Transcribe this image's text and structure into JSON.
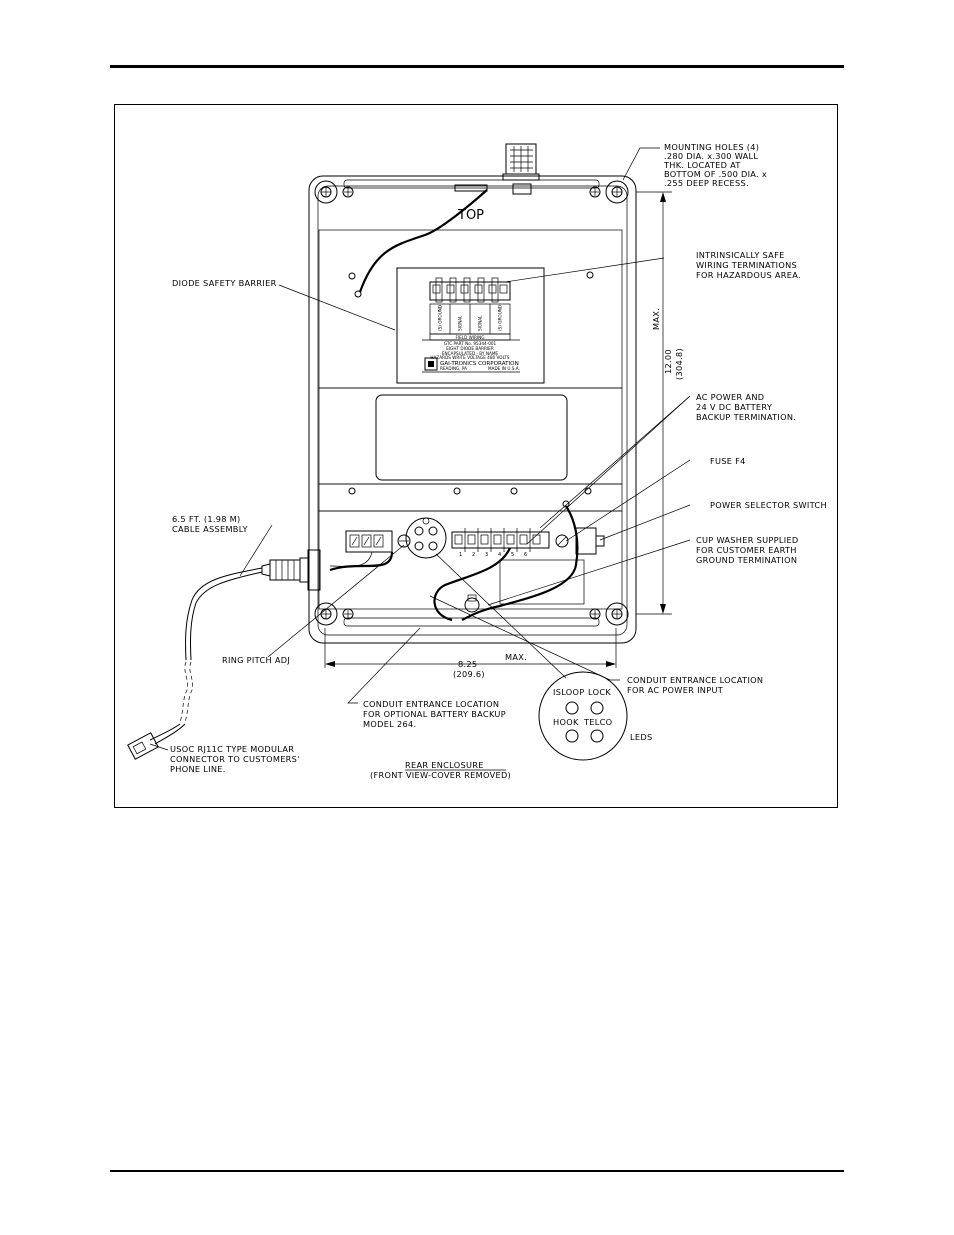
{
  "labels": {
    "mounting_holes": [
      "MOUNTING HOLES (4)",
      ".280 DIA. x.300 WALL",
      "THK. LOCATED AT",
      "BOTTOM OF .500 DIA. x",
      ".255 DEEP RECESS."
    ],
    "top": "TOP",
    "diode_safety_barrier": "DIODE SAFETY BARRIER",
    "intrinsically_safe": [
      "INTRINSICALLY SAFE",
      "WIRING TERMINATIONS",
      "FOR HAZARDOUS AREA."
    ],
    "height_max": "MAX.",
    "height_in": "12.00",
    "height_mm": "(304.8)",
    "ac_power": [
      "AC POWER AND",
      "24 V DC BATTERY",
      "BACKUP TERMINATION."
    ],
    "fuse": "FUSE F4",
    "power_selector": "POWER SELECTOR SWITCH",
    "cup_washer": [
      "CUP WASHER SUPPLIED",
      "FOR CUSTOMER EARTH",
      "GROUND TERMINATION"
    ],
    "cable_assembly": [
      "6.5 FT. (1.98 M)",
      "CABLE ASSEMBLY"
    ],
    "ring_pitch": "RING PITCH ADJ",
    "width_max": "MAX.",
    "width_in": "8.25",
    "width_mm": "(209.6)",
    "conduit_ac": [
      "CONDUIT ENTRANCE LOCATION",
      "FOR AC POWER INPUT"
    ],
    "conduit_battery": [
      "CONDUIT ENTRANCE LOCATION",
      "FOR OPTIONAL BATTERY BACKUP",
      "MODEL 264."
    ],
    "usoc": [
      "USOC RJ11C TYPE MODULAR",
      "CONNECTOR TO CUSTOMERS'",
      "PHONE LINE."
    ],
    "leds": {
      "isloop": "ISLOOP",
      "lock": "LOCK",
      "hook": "HOOK",
      "telco": "TELCO",
      "caption": "LEDS"
    },
    "rear_enclosure": "REAR ENCLOSURE",
    "front_view": "(FRONT VIEW-COVER REMOVED)"
  },
  "barrier_plate": {
    "columns": [
      "(S) GROUND",
      "SIGNAL",
      "SIGNAL",
      "(S) GROUND"
    ],
    "field_wiring": "FIELD WIRING",
    "lines": [
      "GTC PART No. 95344-001",
      "EIGHT DIODE BARRIER",
      "ENCAPSULATED - BY NAME",
      "HAZARDS WRITE VOLTAGE 480 VOLTS"
    ],
    "company": "GAI-TRONICS CORPORATION",
    "city": "READING, PA",
    "made_in": "MADE IN U.S.A."
  },
  "terminal_numbers": [
    "1",
    "2",
    "3",
    "4",
    "5",
    "6"
  ]
}
